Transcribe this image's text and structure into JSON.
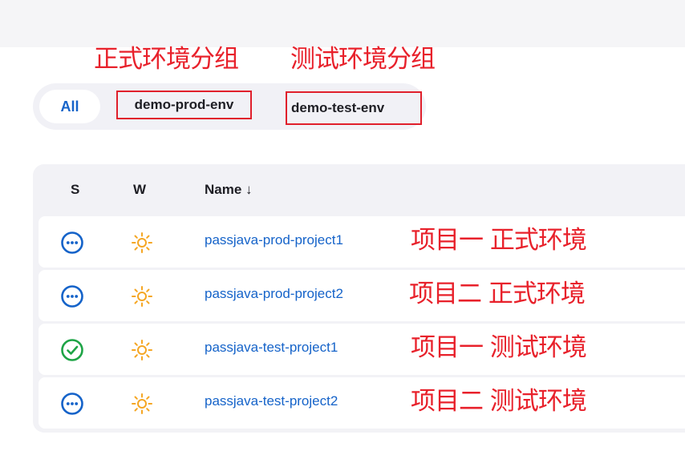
{
  "annotations": {
    "prod_group": "正式环境分组",
    "test_group": "测试环境分组"
  },
  "view_tabs": [
    {
      "label": "All",
      "active": true
    },
    {
      "label": "demo-prod-env",
      "active": false
    },
    {
      "label": "demo-test-env",
      "active": false
    }
  ],
  "table": {
    "headers": {
      "status": "S",
      "weather": "W",
      "name": "Name ↓"
    },
    "rows": [
      {
        "status": "in-progress",
        "weather": "sunny",
        "name": "passjava-prod-project1",
        "annotation": "项目一 正式环境"
      },
      {
        "status": "in-progress",
        "weather": "sunny",
        "name": "passjava-prod-project2",
        "annotation": "项目二 正式环境"
      },
      {
        "status": "success",
        "weather": "sunny",
        "name": "passjava-test-project1",
        "annotation": "项目一 测试环境"
      },
      {
        "status": "in-progress",
        "weather": "sunny",
        "name": "passjava-test-project2",
        "annotation": "项目二 测试环境"
      }
    ]
  },
  "colors": {
    "link": "#1563c9",
    "annotation": "#e8212b",
    "success": "#1ea446",
    "weather": "#f5a623"
  }
}
